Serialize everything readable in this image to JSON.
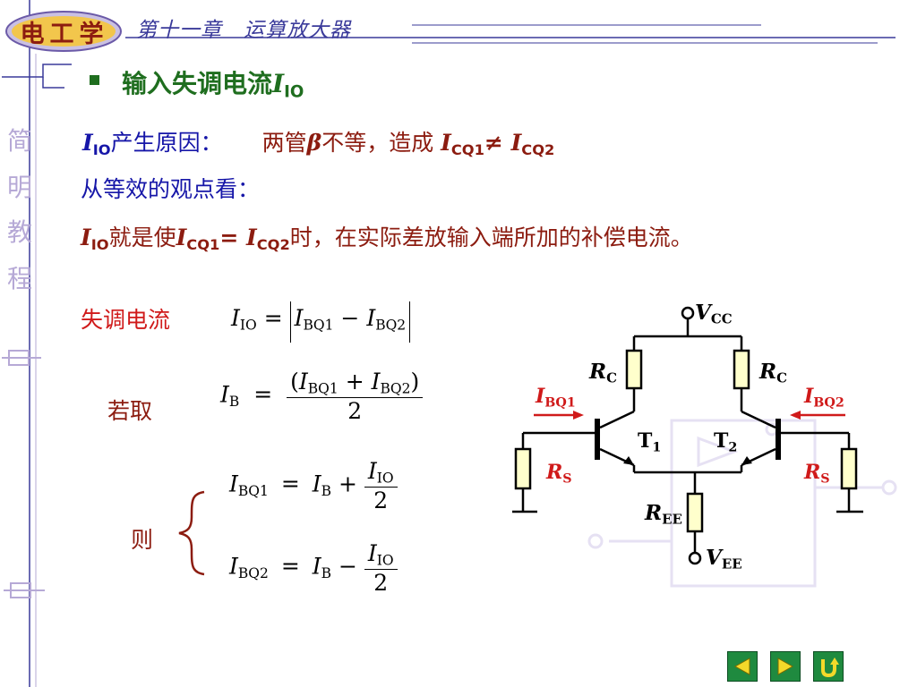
{
  "header": {
    "logo_text": "电工学",
    "chapter": "第十一章　运算放大器"
  },
  "sidebar": {
    "chars": [
      "简",
      "明",
      "教",
      "程"
    ]
  },
  "title": {
    "text": "输入失调电流",
    "symbol": "I",
    "symbol_sub": "IO"
  },
  "cause": {
    "sym": "I",
    "sym_sub": "IO",
    "label": "产生原因：",
    "text1": "两管",
    "beta": "β",
    "text2": "不等，造成 ",
    "i1": "I",
    "i1_sub": "CQ1",
    "neq": "≠ ",
    "i2": "I",
    "i2_sub": "CQ2"
  },
  "view": {
    "text": "从等效的观点看："
  },
  "meaning": {
    "sym": "I",
    "sym_sub": "IO",
    "t1": "就是使",
    "i1": "I",
    "i1_sub": "CQ1",
    "eq": "= ",
    "i2": "I",
    "i2_sub": "CQ2",
    "t2": "时，在实际差放输入端所加的补偿电流。"
  },
  "labels": {
    "offset_current": "失调电流",
    "take": "若取",
    "then": "则"
  },
  "formulas": {
    "f1": {
      "lhs": "I",
      "lhs_sub": "IO",
      "eq": "=",
      "bar": "|",
      "a": "I",
      "a_sub": "BQ1",
      "op": "−",
      "b": "I",
      "b_sub": "BQ2"
    },
    "f2": {
      "lhs": "I",
      "lhs_sub": "B",
      "eq": "=",
      "num_open": "(",
      "a": "I",
      "a_sub": "BQ1",
      "op": "+",
      "b": "I",
      "b_sub": "BQ2",
      "num_close": ")",
      "den": "2"
    },
    "f3": {
      "lhs": "I",
      "lhs_sub": "BQ1",
      "eq": "=",
      "a": "I",
      "a_sub": "B",
      "op": "+",
      "num": "I",
      "num_sub": "IO",
      "den": "2"
    },
    "f4": {
      "lhs": "I",
      "lhs_sub": "BQ2",
      "eq": "=",
      "a": "I",
      "a_sub": "B",
      "op": "−",
      "num": "I",
      "num_sub": "IO",
      "den": "2"
    }
  },
  "circuit": {
    "vcc": "V",
    "vcc_sub": "CC",
    "vee": "V",
    "vee_sub": "EE",
    "rc": "R",
    "rc_sub": "C",
    "rs": "R",
    "rs_sub": "S",
    "ree": "R",
    "ree_sub": "EE",
    "t1": "T",
    "t1_sub": "1",
    "t2": "T",
    "t2_sub": "2",
    "ibq1": "I",
    "ibq1_sub": "BQ1",
    "ibq2": "I",
    "ibq2_sub": "BQ2"
  },
  "nav": {
    "prev_icon": "prev-arrow-icon",
    "next_icon": "next-arrow-icon",
    "return_icon": "return-icon"
  },
  "colors": {
    "title_green": "#1f6e1f",
    "text_blue": "#1616a8",
    "text_brown": "#8c1c10",
    "highlight_red": "#d01a1a",
    "sidebar_lavender": "#b6a9d6",
    "resistor_fill": "#ffffcc"
  }
}
